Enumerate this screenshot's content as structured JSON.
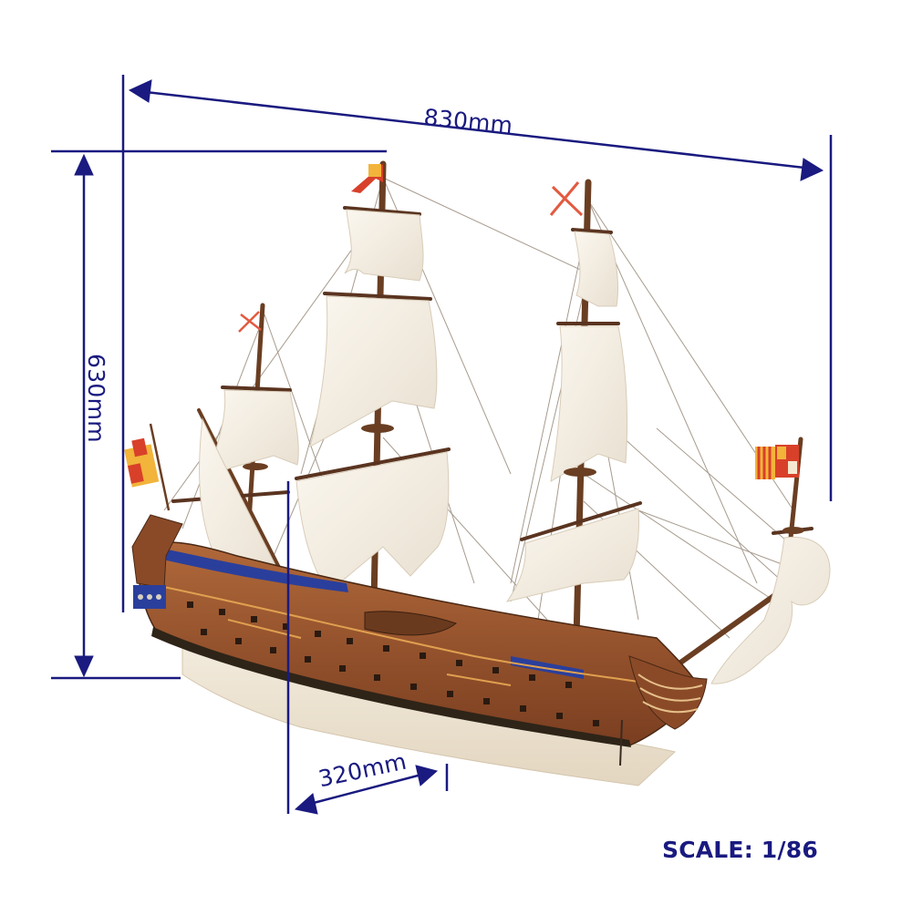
{
  "image": {
    "subject": "Spanish galleon wooden ship model with cloth sails, rigging and flags",
    "background": "#ffffff"
  },
  "dimensions": {
    "length": {
      "label": "830mm",
      "value": 830,
      "unit": "mm"
    },
    "height": {
      "label": "630mm",
      "value": 630,
      "unit": "mm"
    },
    "beam": {
      "label": "320mm",
      "value": 320,
      "unit": "mm"
    }
  },
  "scale": {
    "label": "SCALE: 1/86",
    "ratio": "1/86"
  },
  "colors": {
    "annotation": "#1a1a80",
    "hull_wood": "#9a5530",
    "hull_dark": "#5a2f18",
    "hull_bottom": "#efe6d6",
    "sail": "#f3ece0",
    "blue_band": "#2a3f9c",
    "flag_red": "#d8402a",
    "flag_yellow": "#f2b43a"
  }
}
